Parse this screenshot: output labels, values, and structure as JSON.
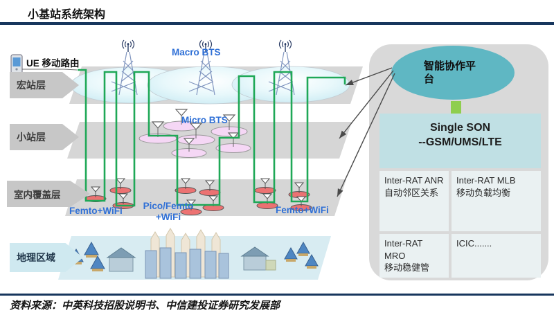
{
  "title": "小基站系统架构",
  "source": "资料来源：中英科技招股说明书、中信建投证券研究发展部",
  "diagram": {
    "ue_label": "UE 移动路由",
    "layers": [
      {
        "label": "宏站层"
      },
      {
        "label": "小站层"
      },
      {
        "label": "室内覆盖层"
      },
      {
        "label": "地理区域"
      }
    ],
    "labels": {
      "macro_bts": "Macro BTS",
      "micro_bts": "Micro BTS",
      "femto_left": "Femto+WiFi",
      "pico_line1": "Pico/Femto",
      "pico_line2": "+WiFi",
      "femto_right": "Femto+WiFi"
    }
  },
  "panel": {
    "platform_title": "智能协作平台",
    "son_title_line1": "Single SON",
    "son_title_line2": "--GSM/UMS/LTE",
    "cells": [
      {
        "en": "Inter-RAT ANR",
        "cn": "自动邻区关系"
      },
      {
        "en": "Inter-RAT MLB",
        "cn": "移动负载均衡"
      },
      {
        "en": "Inter-RAT MRO",
        "cn": "移动稳健管"
      },
      {
        "en": "ICIC.......",
        "cn": ""
      }
    ]
  },
  "colors": {
    "accent_navy": "#17365d",
    "green_path": "#1fa857",
    "teal_ellipse": "#5fb7c3",
    "arrow_green": "#8fce4e",
    "son_box_bg": "#c0e0e4",
    "cell_bg": "#eaf1f2",
    "label_blue": "#2e6fd6"
  }
}
